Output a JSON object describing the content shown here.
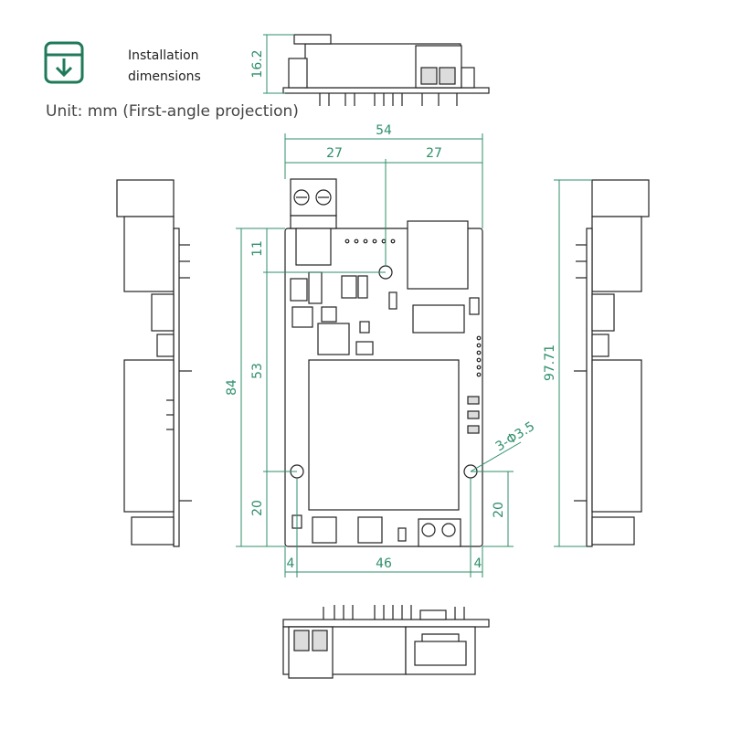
{
  "header": {
    "title_line1": "Installation",
    "title_line2": "dimensions",
    "unit_note": "Unit: mm (First-angle projection)",
    "accent_color": "#1f7a5a"
  },
  "dimensions": {
    "total_height": "16.2",
    "total_width": "54",
    "half_left": "27",
    "half_right": "27",
    "top_hole_offset": "11",
    "board_length": "84",
    "hole_spacing": "53",
    "bottom_hole_offset": "20",
    "bottom_hole_offset_right": "20",
    "side_length": "97.71",
    "edge_left": "4",
    "hole_pitch": "46",
    "edge_right": "4",
    "hole_spec": "3-Φ3.5"
  }
}
